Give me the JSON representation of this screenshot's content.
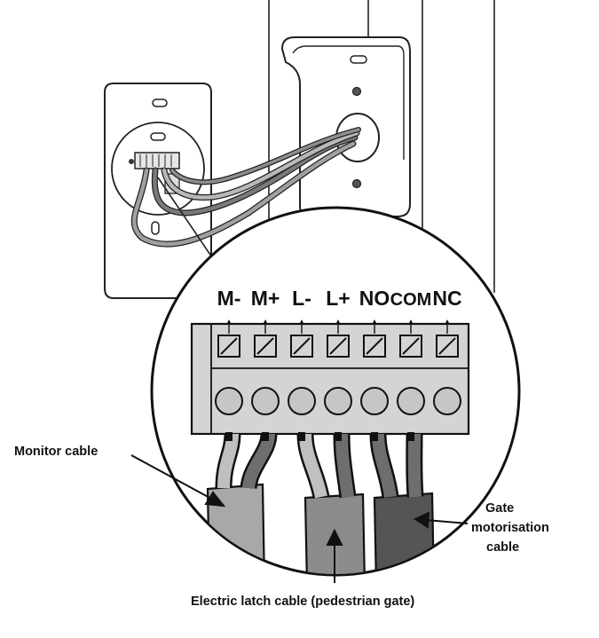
{
  "terminals": [
    "M-",
    "M+",
    "L-",
    "L+",
    "NO",
    "COM",
    "NC"
  ],
  "callouts": {
    "monitor": "Monitor cable",
    "latch": "Electric latch cable (pedestrian gate)",
    "gate_line1": "Gate",
    "gate_line2": "motorisation",
    "gate_line3": "cable"
  },
  "colors": {
    "line": "#111111",
    "block": "#d4d4d4",
    "cable_light": "#a8a8a8",
    "cable_mid": "#8a8a8a",
    "cable_dark": "#555555",
    "wire_light": "#c0c0c0",
    "wire_dark": "#6e6e6e"
  }
}
